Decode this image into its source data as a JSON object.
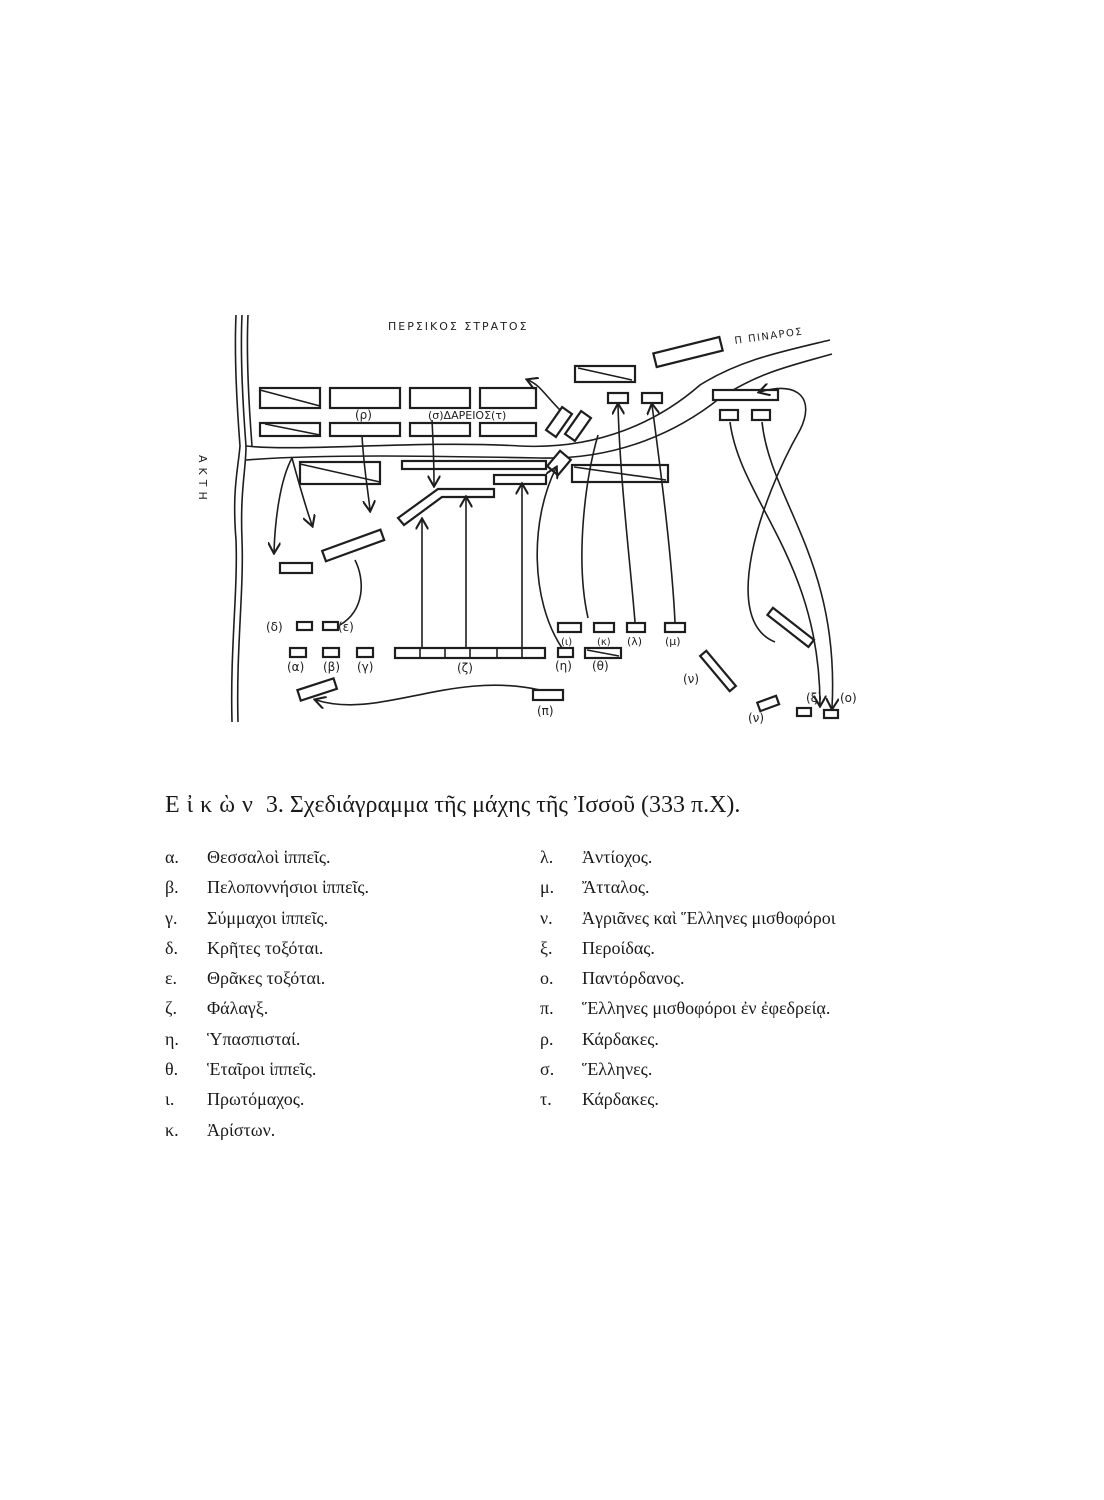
{
  "diagram": {
    "persian_army_label": "ΠΕΡΣΙΚΟΣ ΣΤΡΑΤΟΣ",
    "river_label": "Π ΠΙΝΑΡΟΣ",
    "coast_label": "ΑΚΤΗ",
    "darius_label": "(σ)ΔΑΡΕΙΟΣ(τ)",
    "unit_labels": {
      "rho": "(ρ)",
      "delta": "(δ)",
      "epsilon": "(ε)",
      "alpha": "(α)",
      "beta": "(β)",
      "gamma": "(γ)",
      "zeta": "(ζ)",
      "eta": "(η)",
      "theta": "(θ)",
      "iota": "(ι)",
      "kappa": "(κ)",
      "lambda": "(λ)",
      "mu": "(μ)",
      "nu": "(ν)",
      "nu2": "(ν)",
      "xi": "(ξ)",
      "omicron": "(ο)",
      "pi": "(π)"
    }
  },
  "caption": {
    "prefix": "Εἰκὼν",
    "text": " 3. Σχεδιάγραμμα τῆς μάχης τῆς Ἰσσοῦ (333 π.Χ)."
  },
  "legend_left": [
    {
      "key": "α.",
      "text": "Θεσσαλοὶ ἱππεῖς."
    },
    {
      "key": "β.",
      "text": "Πελοποννήσιοι ἱππεῖς."
    },
    {
      "key": "γ.",
      "text": "Σύμμαχοι ἱππεῖς."
    },
    {
      "key": "δ.",
      "text": "Κρῆτες τοξόται."
    },
    {
      "key": "ε.",
      "text": "Θρᾶκες τοξόται."
    },
    {
      "key": "ζ.",
      "text": "Φάλαγξ."
    },
    {
      "key": "η.",
      "text": "Ὑπασπισταί."
    },
    {
      "key": "θ.",
      "text": "Ἑταῖροι ἱππεῖς."
    },
    {
      "key": "ι.",
      "text": "Πρωτόμαχος."
    },
    {
      "key": "κ.",
      "text": "Ἀρίστων."
    }
  ],
  "legend_right": [
    {
      "key": "λ.",
      "text": "Ἀντίοχος."
    },
    {
      "key": "μ.",
      "text": "Ἄτταλος."
    },
    {
      "key": "ν.",
      "text": "Ἀγριᾶνες καὶ Ἕλληνες μισθοφόροι"
    },
    {
      "key": "ξ.",
      "text": "Περοίδας."
    },
    {
      "key": "ο.",
      "text": "Παντόρδανος."
    },
    {
      "key": "π.",
      "text": "Ἕλληνες μισθοφόροι ἐν ἐφεδρείᾳ."
    },
    {
      "key": "ρ.",
      "text": "Κάρδακες."
    },
    {
      "key": "σ.",
      "text": "Ἕλληνες."
    },
    {
      "key": "τ.",
      "text": "Κάρδακες."
    }
  ]
}
